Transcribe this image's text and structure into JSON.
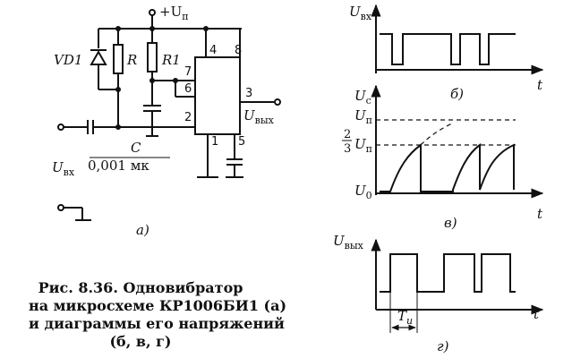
{
  "schematic": {
    "supply_label": "+U",
    "supply_sub": "п",
    "diode_label": "VD1",
    "r_label": "R",
    "r1_label": "R1",
    "cap_label": "C",
    "cap_value": "0,001 мк",
    "input_label": "U",
    "input_sub": "вх",
    "output_label": "U",
    "output_sub": "вых",
    "pins": [
      "4",
      "8",
      "7",
      "6",
      "2",
      "1",
      "5",
      "3"
    ],
    "panel_label": "а)"
  },
  "caption": {
    "line1": "Рис. 8.36. Одновибратор",
    "line2": "на микросхеме КР1006БИ1 (а)",
    "line3": "и диаграммы его напряжений",
    "line4": "(б, в, г)"
  },
  "diagram_b": {
    "ylabel": "U",
    "ylabel_sub": "вх",
    "xlabel": "t",
    "panel_label": "б)"
  },
  "diagram_v": {
    "ylabel": "U",
    "ylabel_sub": "c",
    "level_top": "U",
    "level_top_sub": "п",
    "level_mid_num": "2",
    "level_mid_den": "3",
    "level_mid": "U",
    "level_mid_sub": "п",
    "level_low": "U",
    "level_low_sub": "0",
    "xlabel": "t",
    "panel_label": "в)"
  },
  "diagram_g": {
    "ylabel": "U",
    "ylabel_sub": "вых",
    "pulse_label": "T",
    "pulse_sub": "и",
    "xlabel": "t",
    "panel_label": "г)"
  }
}
